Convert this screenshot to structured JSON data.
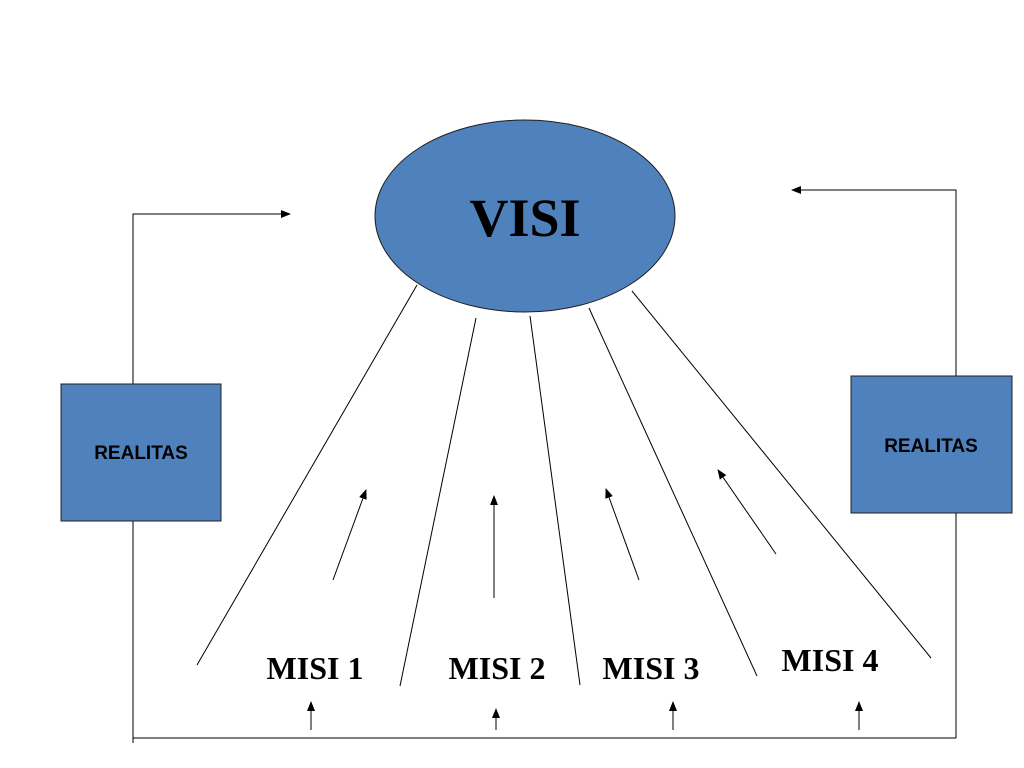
{
  "vision": {
    "label": "VISI",
    "fill_color": "#4f81bd"
  },
  "reality_boxes": [
    {
      "label": "REALITAS"
    },
    {
      "label": "REALITAS"
    }
  ],
  "missions": [
    {
      "label": "MISI 1"
    },
    {
      "label": "MISI 2"
    },
    {
      "label": "MISI 3"
    },
    {
      "label": "MISI 4"
    }
  ],
  "box_fill_color": "#4f81bd",
  "line_color": "#000000"
}
